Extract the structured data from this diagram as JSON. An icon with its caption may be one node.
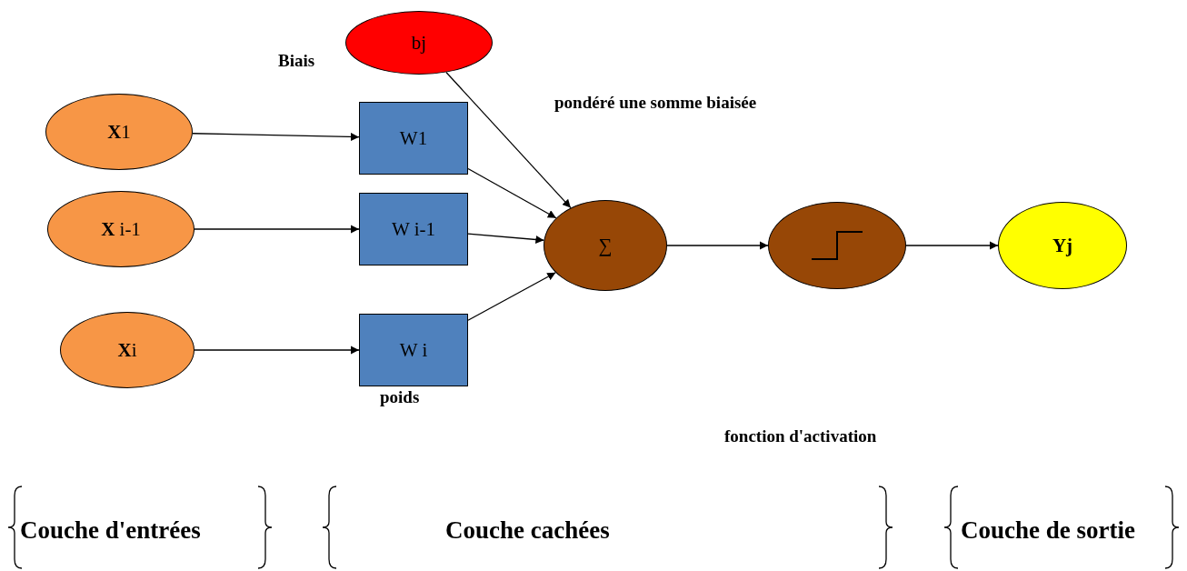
{
  "diagram": {
    "nodes": [
      {
        "text": [
          "**X**1"
        ]
      },
      {
        "text": [
          "**X** i-1"
        ]
      },
      {
        "text": [
          "**X**i"
        ]
      },
      {
        "text": [
          "bj"
        ]
      },
      {
        "text": [
          "W1"
        ]
      },
      {
        "text": [
          "W i-1"
        ]
      },
      {
        "text": [
          "W i"
        ]
      },
      {
        "text": [
          "∑"
        ]
      },
      {
        "text": [],
        "shape": "circle"
      },
      {
        "text": [
          "Yj"
        ]
      }
    ],
    "edges": [
      {
        "from": 0,
        "to": 4,
        "arrow": "to"
      },
      {
        "from": 1,
        "to": 5,
        "arrow": "to"
      },
      {
        "from": 2,
        "to": 6,
        "arrow": "to"
      },
      {
        "from": 3,
        "to": 7,
        "arrow": "to"
      },
      {
        "from": 4,
        "to": 7,
        "arrow": "to"
      },
      {
        "from": 5,
        "to": 7,
        "arrow": "to"
      },
      {
        "from": 6,
        "to": 7,
        "arrow": "to"
      },
      {
        "from": 7,
        "to": 8,
        "arrow": "to"
      },
      {
        "from": 8,
        "to": 9,
        "arrow": "to"
      }
    ],
    "labels": [
      "Biais",
      "pondéré une somme biaisée",
      "poids",
      "fonction d'activation",
      "Couche d'entrées",
      "Couche cachées",
      "Couche de sortie"
    ]
  }
}
